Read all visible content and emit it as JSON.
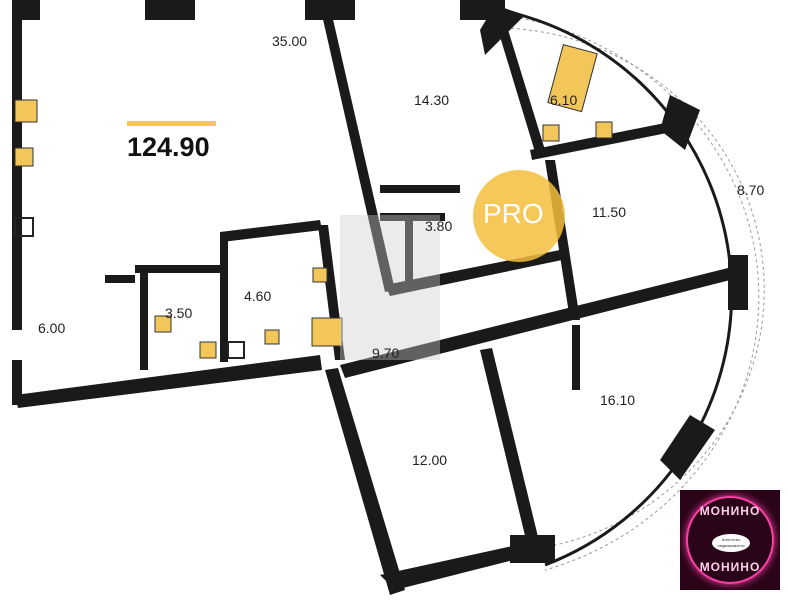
{
  "total_area": "124.90",
  "badge": "PRO",
  "rooms": [
    {
      "id": "r35",
      "area": "35.00"
    },
    {
      "id": "r1430",
      "area": "14.30"
    },
    {
      "id": "r610",
      "area": "6.10"
    },
    {
      "id": "r870",
      "area": "8.70"
    },
    {
      "id": "r1150",
      "area": "11.50"
    },
    {
      "id": "r380",
      "area": "3.80"
    },
    {
      "id": "r350",
      "area": "3.50"
    },
    {
      "id": "r460",
      "area": "4.60"
    },
    {
      "id": "r600",
      "area": "6.00"
    },
    {
      "id": "r970",
      "area": "9.70"
    },
    {
      "id": "r1610",
      "area": "16.10"
    },
    {
      "id": "r1200",
      "area": "12.00"
    }
  ],
  "logo": {
    "top": "МОНИНО",
    "bottom": "МОНИНО",
    "sub": "Агентство недвижимости"
  },
  "colors": {
    "wall": "#1a1a1a",
    "accent": "#f5c55a",
    "logo": "#ff3fa8"
  }
}
